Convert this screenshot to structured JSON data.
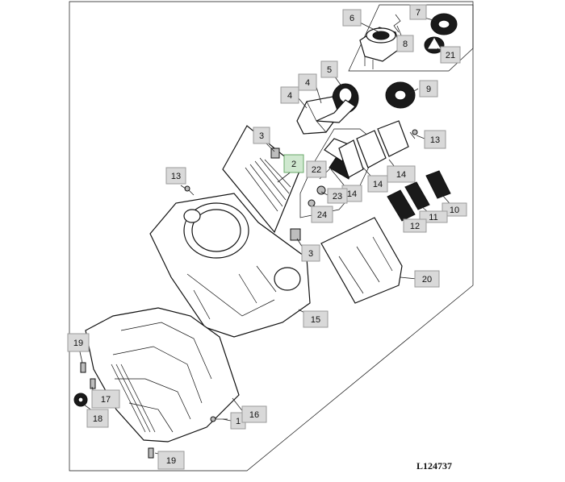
{
  "diagram": {
    "reference": "L124737",
    "callouts": [
      {
        "id": "c6",
        "label": "6"
      },
      {
        "id": "c7",
        "label": "7"
      },
      {
        "id": "c8",
        "label": "8"
      },
      {
        "id": "c21",
        "label": "21"
      },
      {
        "id": "c5",
        "label": "5"
      },
      {
        "id": "c4a",
        "label": "4"
      },
      {
        "id": "c4b",
        "label": "4"
      },
      {
        "id": "c9",
        "label": "9"
      },
      {
        "id": "c3a",
        "label": "3"
      },
      {
        "id": "c13a",
        "label": "13"
      },
      {
        "id": "c2",
        "label": "2"
      },
      {
        "id": "c22",
        "label": "22"
      },
      {
        "id": "c14a",
        "label": "14"
      },
      {
        "id": "c14b",
        "label": "14"
      },
      {
        "id": "c14c",
        "label": "14"
      },
      {
        "id": "c23",
        "label": "23"
      },
      {
        "id": "c24",
        "label": "24"
      },
      {
        "id": "c13b",
        "label": "13"
      },
      {
        "id": "c10",
        "label": "10"
      },
      {
        "id": "c11",
        "label": "11"
      },
      {
        "id": "c12",
        "label": "12"
      },
      {
        "id": "c3b",
        "label": "3"
      },
      {
        "id": "c20",
        "label": "20"
      },
      {
        "id": "c15",
        "label": "15"
      },
      {
        "id": "c19a",
        "label": "19"
      },
      {
        "id": "c17",
        "label": "17"
      },
      {
        "id": "c18",
        "label": "18"
      },
      {
        "id": "c1",
        "label": "1"
      },
      {
        "id": "c16",
        "label": "16"
      },
      {
        "id": "c19b",
        "label": "19"
      }
    ]
  }
}
